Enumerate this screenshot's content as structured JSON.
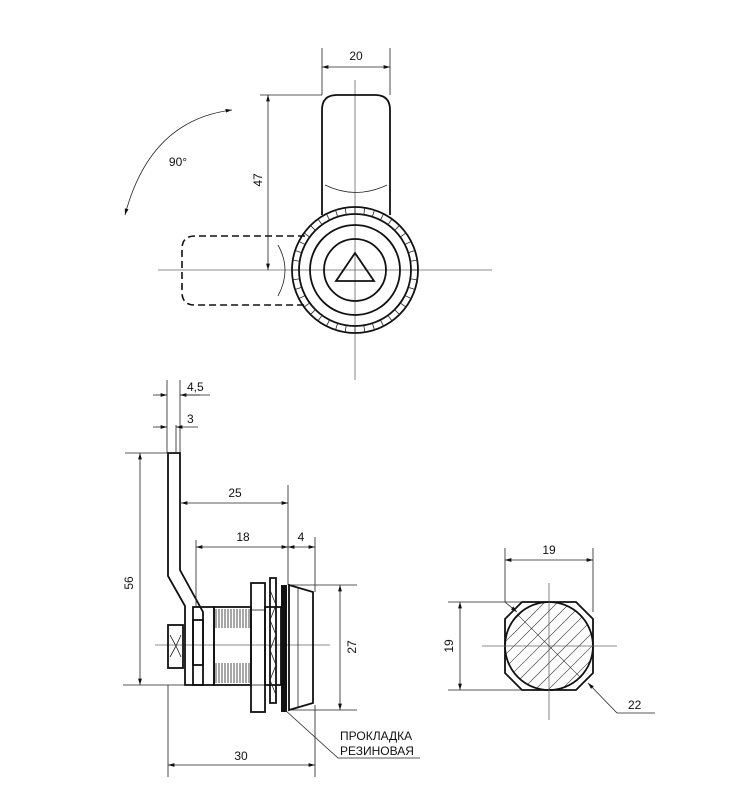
{
  "top_view": {
    "width_dim": "20",
    "height_dim": "47",
    "rotation_angle": "90°"
  },
  "side_view": {
    "lever_thickness_dim": "4,5",
    "lever_plate_dim": "3",
    "lever_height_dim": "56",
    "lever_to_face_dim": "25",
    "body_length_dim": "18",
    "face_depth_dim": "4",
    "face_diameter_dim": "27",
    "total_length_dim": "30",
    "gasket_label_line1": "ПРОКЛАДКА",
    "gasket_label_line2": "РЕЗИНОВАЯ"
  },
  "section_view": {
    "width_dim": "19",
    "height_dim": "19",
    "diameter_dim": "22"
  }
}
